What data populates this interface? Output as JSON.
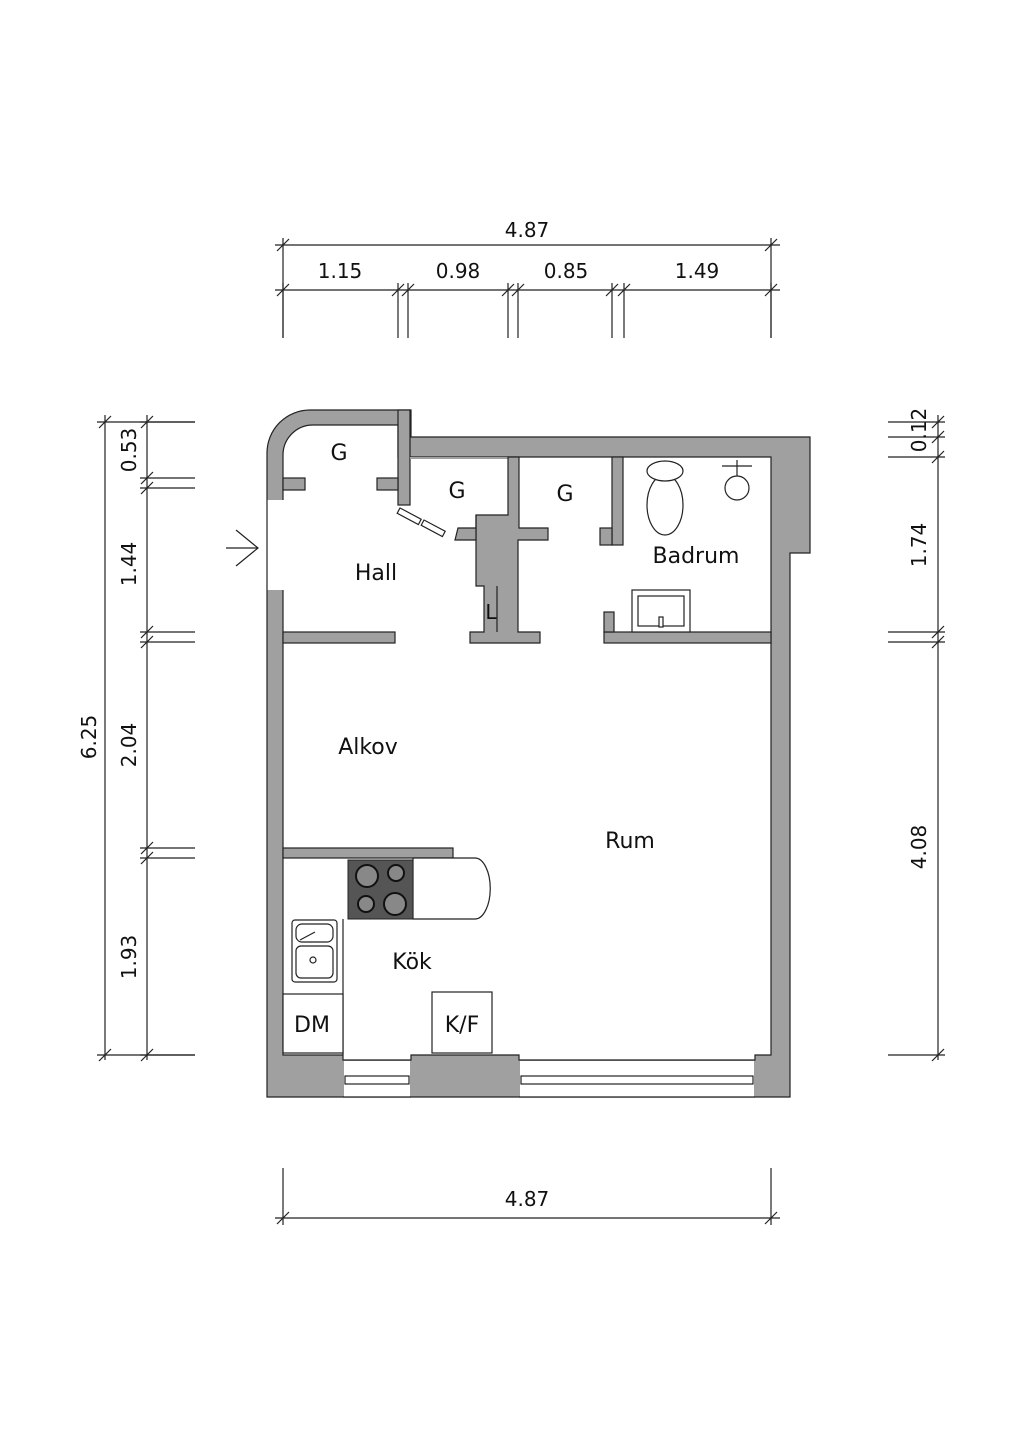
{
  "plan": {
    "dimensions": {
      "top_total": "4.87",
      "top_segments": [
        "1.15",
        "0.98",
        "0.85",
        "1.49"
      ],
      "left_total": "6.25",
      "left_segments": [
        "0.53",
        "1.44",
        "2.04",
        "1.93"
      ],
      "right_segments": [
        "0.12",
        "1.74",
        "4.08"
      ],
      "bottom_total": "4.87"
    },
    "rooms": {
      "closet_1": "G",
      "closet_2": "G",
      "closet_3": "G",
      "bathroom": "Badrum",
      "hall": "Hall",
      "linen": "L",
      "alcove": "Alkov",
      "room": "Rum",
      "kitchen": "Kök",
      "dishwasher": "DM",
      "fridge_freezer": "K/F"
    },
    "colors": {
      "wall": "#a0a0a0",
      "stove": "#555555"
    }
  }
}
